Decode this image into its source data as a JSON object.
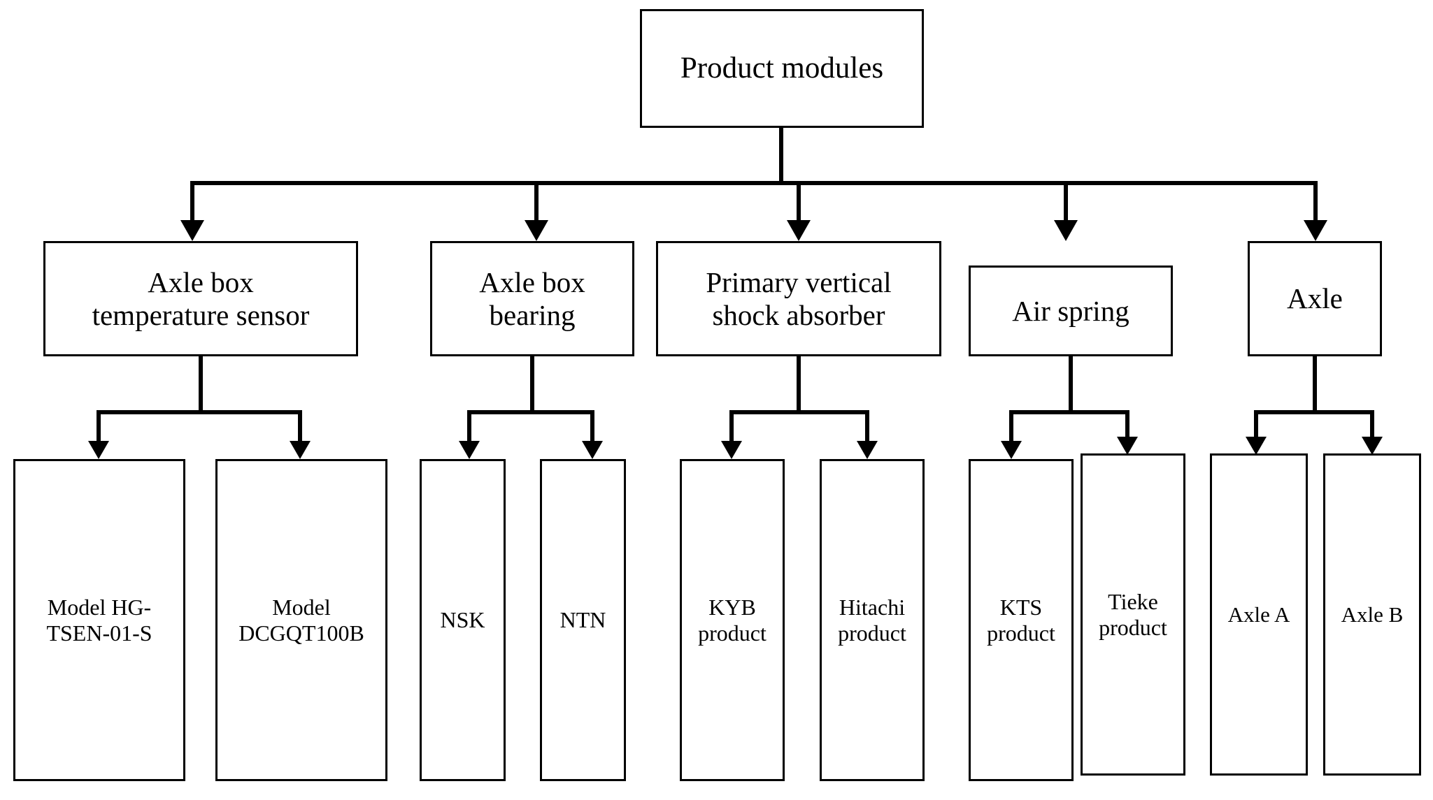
{
  "diagram": {
    "title_node": {
      "label": "Product modules"
    },
    "modules": [
      {
        "label": "Axle box\ntemperature sensor",
        "line1": "Axle box",
        "line2": "temperature sensor",
        "children": [
          {
            "line1": "Model HG-",
            "line2": "TSEN-01-S"
          },
          {
            "line1": "Model",
            "line2": "DCGQT100B"
          }
        ]
      },
      {
        "label": "Axle box\nbearing",
        "line1": "Axle box",
        "line2": "bearing",
        "children": [
          {
            "line1": "NSK",
            "line2": ""
          },
          {
            "line1": "NTN",
            "line2": ""
          }
        ]
      },
      {
        "label": "Primary vertical\nshock absorber",
        "line1": "Primary vertical",
        "line2": "shock absorber",
        "children": [
          {
            "line1": "KYB",
            "line2": "product"
          },
          {
            "line1": "Hitachi",
            "line2": "product"
          }
        ]
      },
      {
        "label": "Air spring",
        "line1": "Air spring",
        "line2": "",
        "children": [
          {
            "line1": "KTS",
            "line2": "product"
          },
          {
            "line1": "Tieke",
            "line2": "product"
          }
        ]
      },
      {
        "label": "Axle",
        "line1": "Axle",
        "line2": "",
        "children": [
          {
            "line1": "Axle A",
            "line2": ""
          },
          {
            "line1": "Axle B",
            "line2": ""
          }
        ]
      }
    ],
    "colors": {
      "stroke": "#000000",
      "fill": "#ffffff",
      "text": "#000000"
    }
  }
}
